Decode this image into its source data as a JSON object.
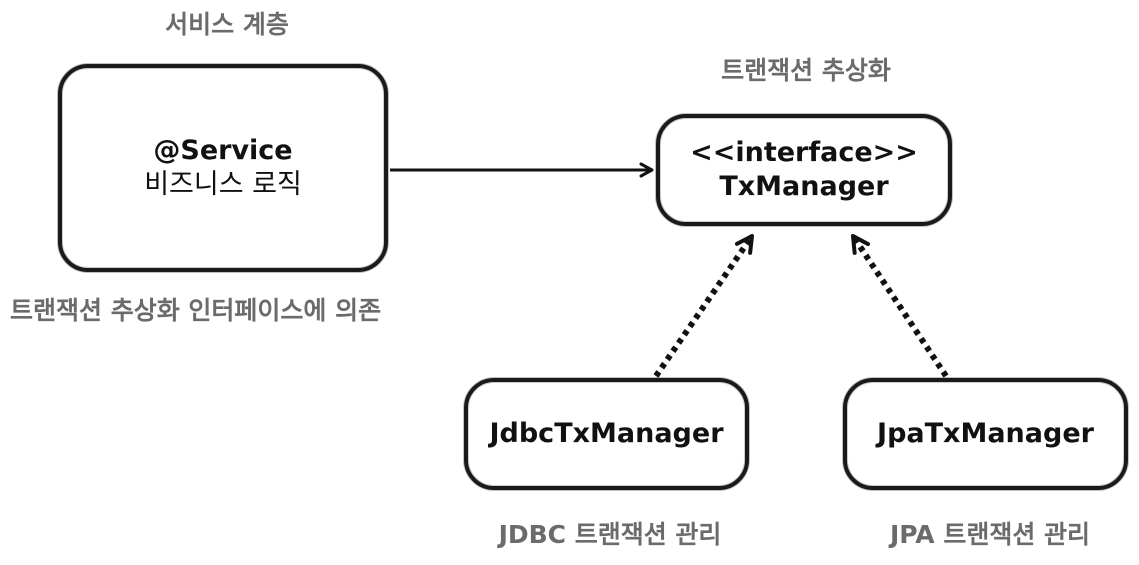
{
  "captions": {
    "service_layer": "서비스 계층",
    "tx_abstraction": "트랜잭션 추상화",
    "depends_on_interface": "트랜잭션 추상화 인터페이스에 의존",
    "jdbc_tx": "JDBC 트랜잭션 관리",
    "jpa_tx": "JPA 트랜잭션 관리"
  },
  "boxes": {
    "service": {
      "line1": "@Service",
      "line2": "비즈니스 로직"
    },
    "txmanager": {
      "line1": "<<interface>>",
      "line2": "TxManager"
    },
    "jdbc": {
      "line1": "JdbcTxManager"
    },
    "jpa": {
      "line1": "JpaTxManager"
    }
  },
  "colors": {
    "box_border": "#1a1a1a",
    "box_text": "#111111",
    "caption_text": "#6b6b6b",
    "arrow": "#111111",
    "background": "#ffffff"
  }
}
